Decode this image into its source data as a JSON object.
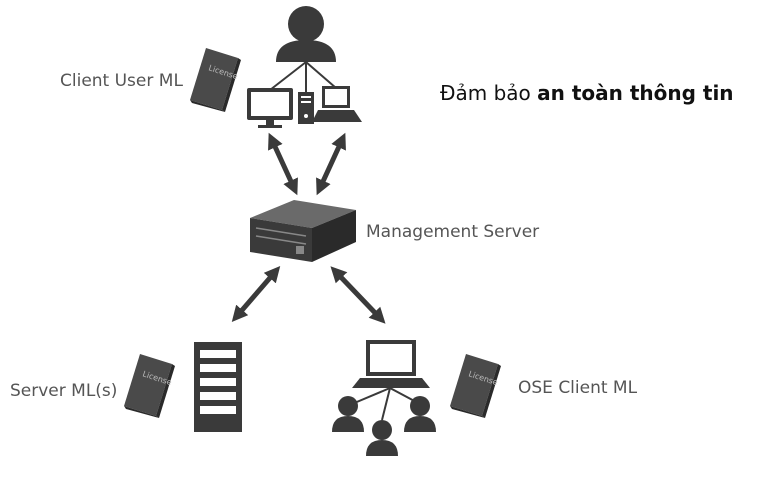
{
  "headline": {
    "regular": "Đảm bảo",
    "bold": "an toàn thông tin"
  },
  "nodes": {
    "client_user": {
      "label": "Client User ML"
    },
    "management_server": {
      "label": "Management Server"
    },
    "server": {
      "label": "Server ML(s)"
    },
    "ose_client": {
      "label": "OSE Client ML"
    }
  },
  "license_book": {
    "text": "License"
  },
  "colors": {
    "icon": "#3a3a3a",
    "icon_light": "#6a6a6a",
    "arrow": "#3a3a3a",
    "label": "#555555"
  }
}
